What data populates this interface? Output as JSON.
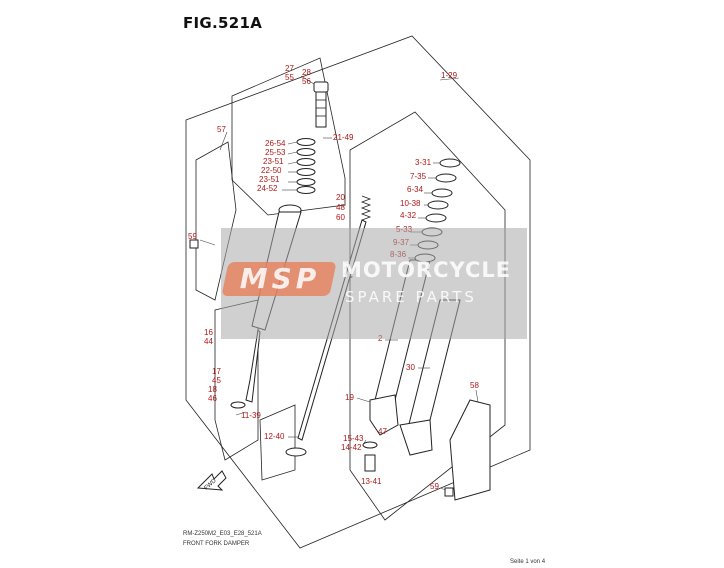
{
  "figure": {
    "title": "FIG.521A",
    "model_code": "RM-Z250M2_E03_E28_521A",
    "caption": "FRONT FORK DAMPER",
    "page_indicator": "Seite 1 von 4"
  },
  "watermark": {
    "logo_text": "MSP",
    "line1": "MOTORCYCLE",
    "line2": "SPARE PARTS",
    "colors": {
      "panel": "#b8b8b8",
      "logo": "#e67e5a",
      "text": "#ffffff"
    }
  },
  "direction_arrow": "FWD",
  "labels": [
    {
      "id": "27",
      "text": "27"
    },
    {
      "id": "28",
      "text": "28"
    },
    {
      "id": "55",
      "text": "55"
    },
    {
      "id": "56",
      "text": "56"
    },
    {
      "id": "1-29",
      "text": "1-29"
    },
    {
      "id": "57",
      "text": "57"
    },
    {
      "id": "21-49",
      "text": "21-49"
    },
    {
      "id": "26-54",
      "text": "26-54"
    },
    {
      "id": "25-53",
      "text": "25-53"
    },
    {
      "id": "23-51a",
      "text": "23-51"
    },
    {
      "id": "22-50",
      "text": "22-50"
    },
    {
      "id": "23-51b",
      "text": "23-51"
    },
    {
      "id": "24-52",
      "text": "24-52"
    },
    {
      "id": "3-31",
      "text": "3-31"
    },
    {
      "id": "7-35",
      "text": "7-35"
    },
    {
      "id": "6-34",
      "text": "6-34"
    },
    {
      "id": "10-38",
      "text": "10-38"
    },
    {
      "id": "4-32",
      "text": "4-32"
    },
    {
      "id": "20",
      "text": "20"
    },
    {
      "id": "48",
      "text": "48"
    },
    {
      "id": "60",
      "text": "60"
    },
    {
      "id": "5-33",
      "text": "5-33"
    },
    {
      "id": "9-37",
      "text": "9-37"
    },
    {
      "id": "8-36",
      "text": "8-36"
    },
    {
      "id": "59a",
      "text": "59"
    },
    {
      "id": "16",
      "text": "16"
    },
    {
      "id": "44",
      "text": "44"
    },
    {
      "id": "2",
      "text": "2"
    },
    {
      "id": "17",
      "text": "17"
    },
    {
      "id": "45",
      "text": "45"
    },
    {
      "id": "18",
      "text": "18"
    },
    {
      "id": "46",
      "text": "46"
    },
    {
      "id": "30",
      "text": "30"
    },
    {
      "id": "58",
      "text": "58"
    },
    {
      "id": "19",
      "text": "19"
    },
    {
      "id": "11-39",
      "text": "11-39"
    },
    {
      "id": "47",
      "text": "47"
    },
    {
      "id": "12-40",
      "text": "12-40"
    },
    {
      "id": "15-43",
      "text": "15-43"
    },
    {
      "id": "14-42",
      "text": "14-42"
    },
    {
      "id": "13-41",
      "text": "13-41"
    },
    {
      "id": "59b",
      "text": "59"
    }
  ]
}
